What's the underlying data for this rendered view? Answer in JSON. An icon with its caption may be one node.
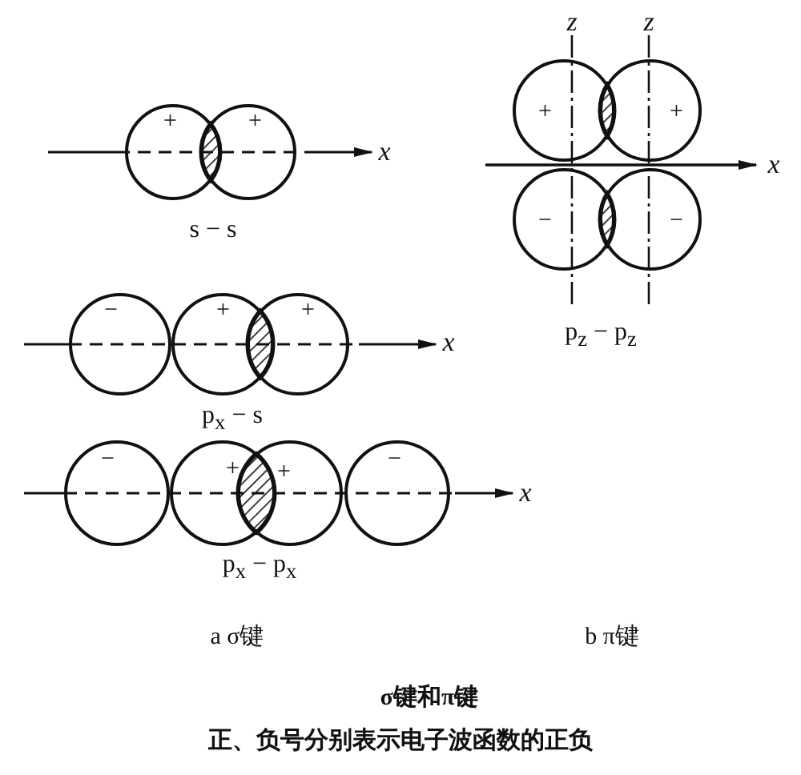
{
  "diagram": {
    "title": "σ键和π键",
    "caption": "正、负号分别表示电子波函数的正负",
    "nodes": [
      {
        "text": [
          "+"
        ]
      },
      {
        "text": [
          "+"
        ]
      },
      {
        "text": [
          "+"
        ]
      },
      {
        "text": [
          "+"
        ]
      },
      {
        "text": [
          "−"
        ]
      },
      {
        "text": [
          "−"
        ]
      },
      {
        "text": [
          "−"
        ]
      },
      {
        "text": [
          "+"
        ]
      },
      {
        "text": [
          "+"
        ]
      },
      {
        "text": [
          "−"
        ]
      },
      {
        "text": [
          "+"
        ]
      },
      {
        "text": [
          "+"
        ]
      },
      {
        "text": [
          "−"
        ]
      }
    ],
    "labels": [
      "x",
      "s − s",
      "x",
      "p$_{x}$ − s",
      "x",
      "p$_{x}$ − p$_{x}$",
      "z",
      "z",
      "x",
      "p$_{z}$ − p$_{z}$",
      "a σ键",
      "b π键"
    ]
  }
}
